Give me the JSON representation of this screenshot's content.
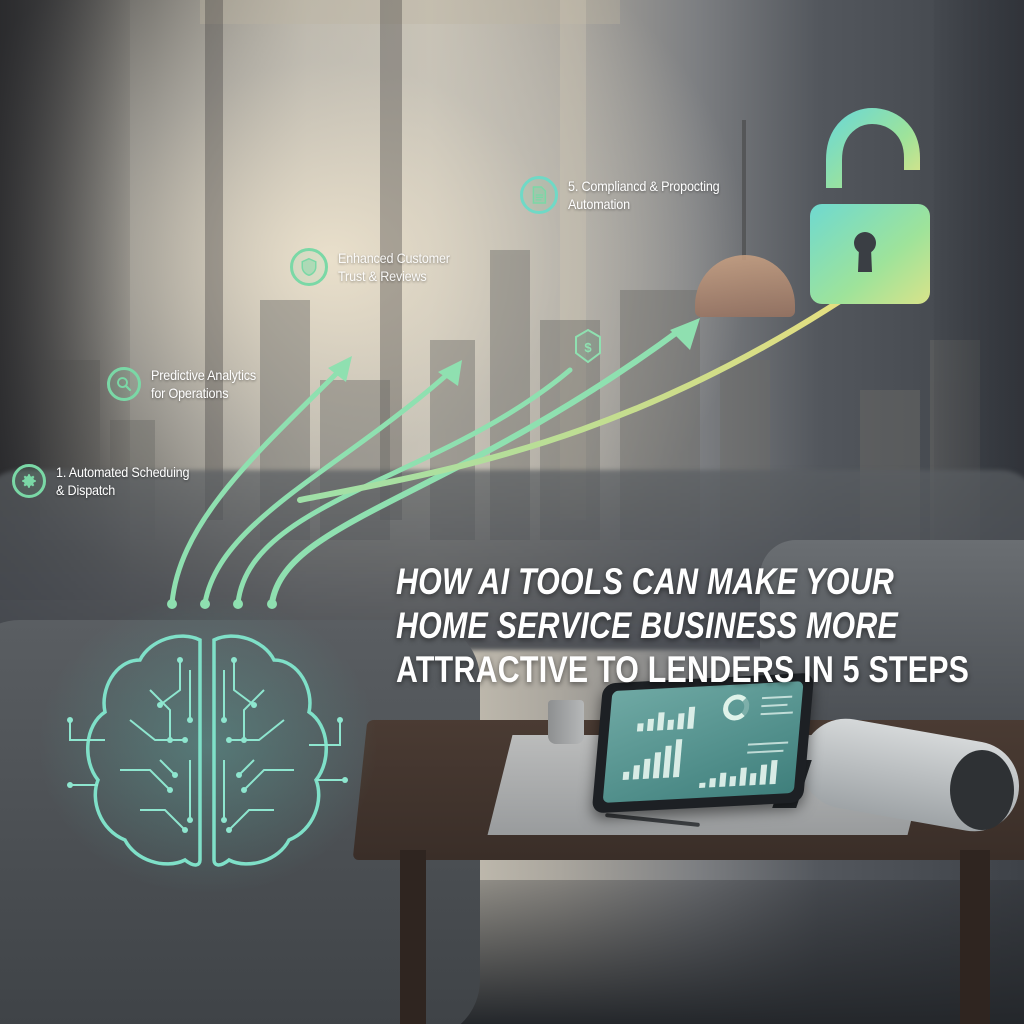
{
  "headline": {
    "line1": "HOW AI TOOLS CAN MAKE YOUR",
    "line2": "HOME SERVICE BUSINESS MORE",
    "line3": "ATTRACTIVE TO LENDERS IN 5 STEPS"
  },
  "steps": [
    {
      "icon": "gear-icon",
      "line1": "1. Automated Scheduing",
      "line2": "& Dispatch"
    },
    {
      "icon": "magnifier-icon",
      "line1": "Predictive Analytics",
      "line2": "for Operations"
    },
    {
      "icon": "shield-icon",
      "line1": "Enhanced Customer",
      "line2": "Trust & Reviews"
    },
    {
      "icon": "dollar-shield-icon",
      "line1": "",
      "line2": ""
    },
    {
      "icon": "document-icon",
      "line1": "5. Compliancd & Propocting",
      "line2": "Automation"
    }
  ],
  "graphics": {
    "brain": "circuit-brain-icon",
    "lock": "unlocked-padlock-icon",
    "accent_color": "#7ad8a6",
    "lock_gradient": [
      "#6fd9d0",
      "#9ee39a",
      "#e0e07a"
    ],
    "arrow_gold": "#e4d98a"
  }
}
